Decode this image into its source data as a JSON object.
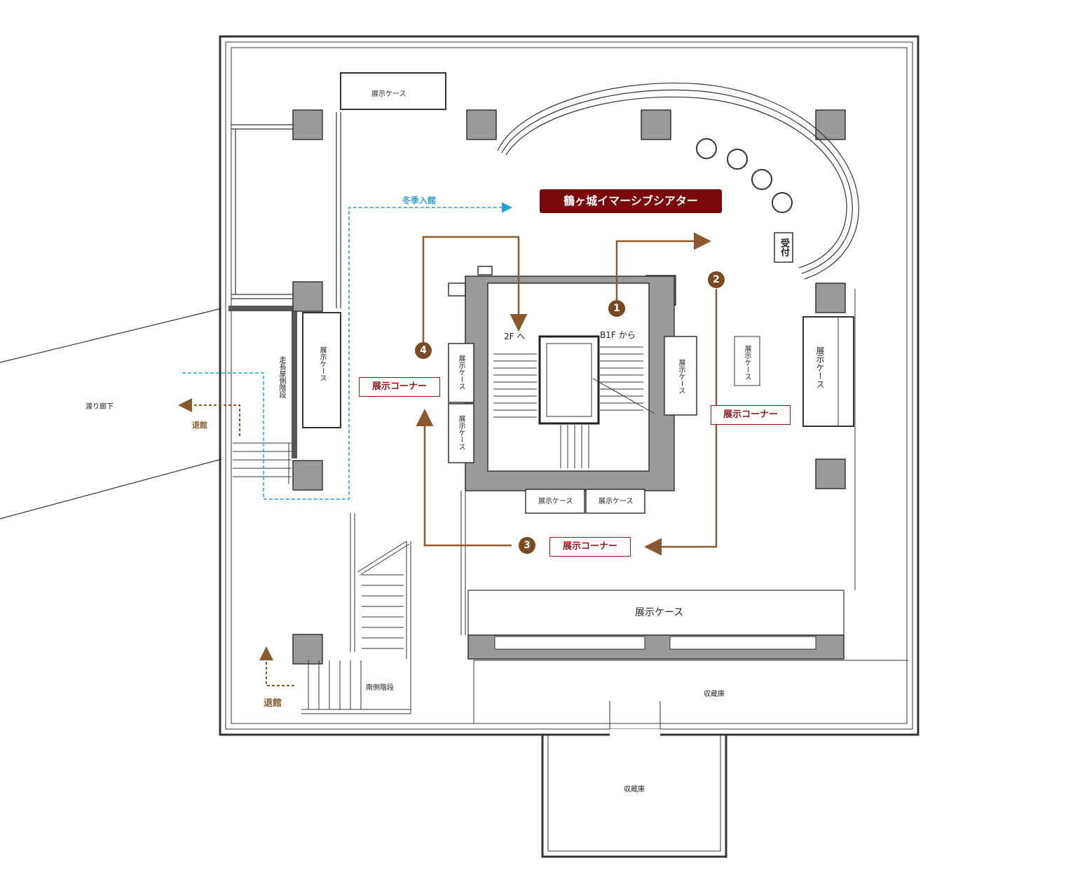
{
  "theater": {
    "name": "鶴ヶ城イマーシブシアター"
  },
  "corners": {
    "label_2": "展示コーナー",
    "label_3": "展示コーナー",
    "label_4": "展示コーナー"
  },
  "markers": {
    "m1": "1",
    "m2": "2",
    "m3": "3",
    "m4": "4"
  },
  "stairs": {
    "to_2f": "2F へ",
    "from_b1f": "B1F から",
    "south_stairs": "南側階段",
    "hashirinagaya_stairs": "走長屋側階段"
  },
  "cases": {
    "top": "展示ケース",
    "left_tall": "展示ケース",
    "center_left_a": "展示ケース",
    "center_left_b": "展示ケース",
    "center_right": "展示ケース",
    "right_free": "展示ケース",
    "right_wall": "展示ケース",
    "bottom_a": "展示ケース",
    "bottom_b": "展示ケース",
    "long_bottom": "展示ケース"
  },
  "rooms": {
    "reception": "受付",
    "storage_1": "収蔵庫",
    "storage_2": "収蔵庫",
    "corridor": "渡り廊下"
  },
  "routes": {
    "winter_entrance": "冬季入館",
    "exit_1": "退館",
    "exit_2": "退館"
  },
  "colors": {
    "route": "#8a5a2e",
    "theater_bg": "#7a0a0a",
    "corner_border": "#8b1a1a",
    "winter": "#2a9fd6",
    "pillar": "#9a9a9a"
  }
}
